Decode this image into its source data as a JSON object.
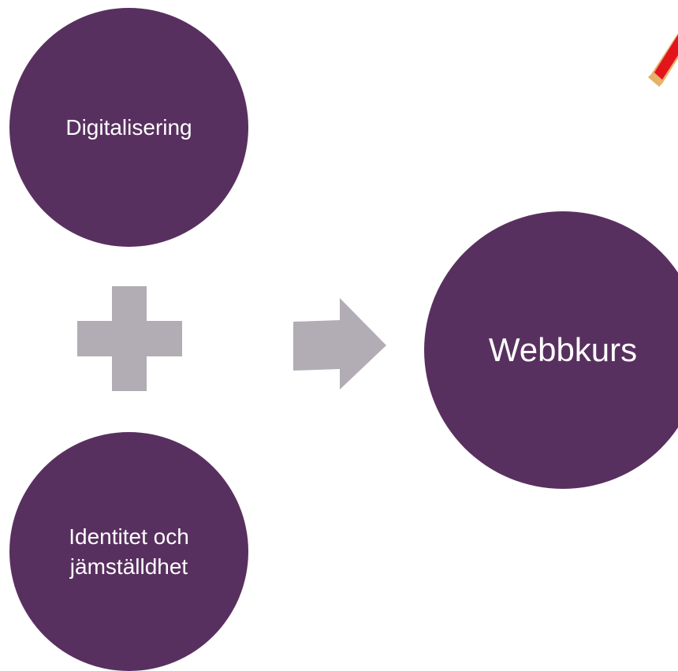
{
  "colors": {
    "circle_fill": "#58305f",
    "connector_fill": "#b2adb4",
    "pen_red": "#e3141c",
    "pen_edge": "#e7b06a"
  },
  "diagram": {
    "inputs": [
      {
        "label": "Digitalisering"
      },
      {
        "label": "Identitet och jämställdhet"
      }
    ],
    "combine_symbol": "plus-icon",
    "flow_symbol": "right-arrow-icon",
    "output": {
      "label": "Webbkurs"
    },
    "corner_icon": "pen-icon"
  }
}
